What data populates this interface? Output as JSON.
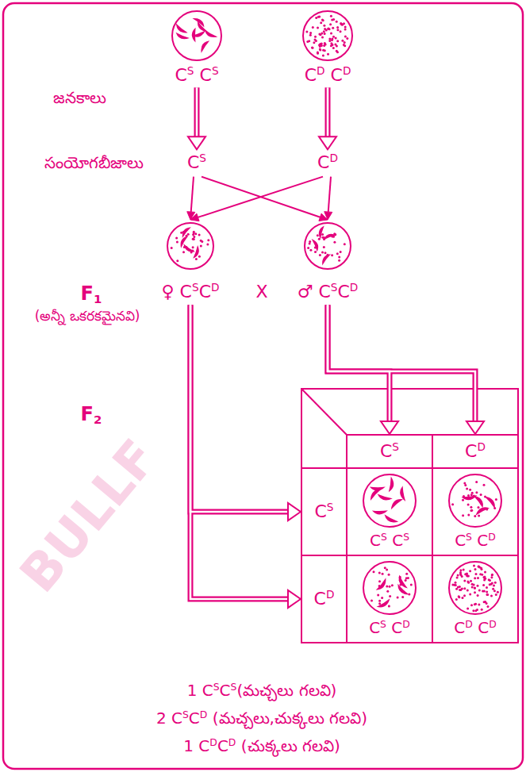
{
  "diagram": {
    "nodes": [
      {
        "text": [
          "CS CS"
        ]
      },
      {
        "text": [
          "CD CD"
        ]
      },
      {
        "text": [
          "CS"
        ]
      },
      {
        "text": [
          "CD"
        ]
      },
      {
        "text": [
          "♀ CSCD"
        ]
      },
      {
        "text": [
          "♂ CSCD"
        ]
      },
      {
        "text": [
          "CS"
        ]
      },
      {
        "text": [
          "CD"
        ]
      },
      {
        "text": [
          "CS"
        ]
      },
      {
        "text": [
          "CS CS"
        ]
      },
      {
        "text": [
          "CS CD"
        ]
      },
      {
        "text": [
          "CD"
        ]
      },
      {
        "text": [
          "CS CD"
        ]
      },
      {
        "text": [
          "CD CD"
        ]
      }
    ],
    "edges": [
      {
        "from": 0,
        "to": 2,
        "arrow": "to"
      },
      {
        "from": 1,
        "to": 3,
        "arrow": "to"
      },
      {
        "from": 2,
        "to": 4,
        "arrow": "to"
      },
      {
        "from": 2,
        "to": 5,
        "arrow": "to"
      },
      {
        "from": 3,
        "to": 4,
        "arrow": "to"
      },
      {
        "from": 3,
        "to": 5,
        "arrow": "to"
      },
      {
        "from": 5,
        "to": 6,
        "arrow": "to"
      },
      {
        "from": 5,
        "to": 7,
        "arrow": "to"
      },
      {
        "from": 4,
        "to": 8,
        "arrow": "to"
      },
      {
        "from": 4,
        "to": 11,
        "arrow": "to"
      }
    ],
    "labels": [
      "జనకాలు",
      "సంయోగబీజాలు",
      "F1",
      "(అన్నీ ఒకరకమైనవి)",
      "X",
      "F2",
      "1 CSCS(మచ్చలు గలవి)",
      "2 CSCD (మచ్చలు,చుక్కలు గలవి)",
      "1 CDCD (చుక్కలు గలవి)",
      "BULLF"
    ]
  }
}
